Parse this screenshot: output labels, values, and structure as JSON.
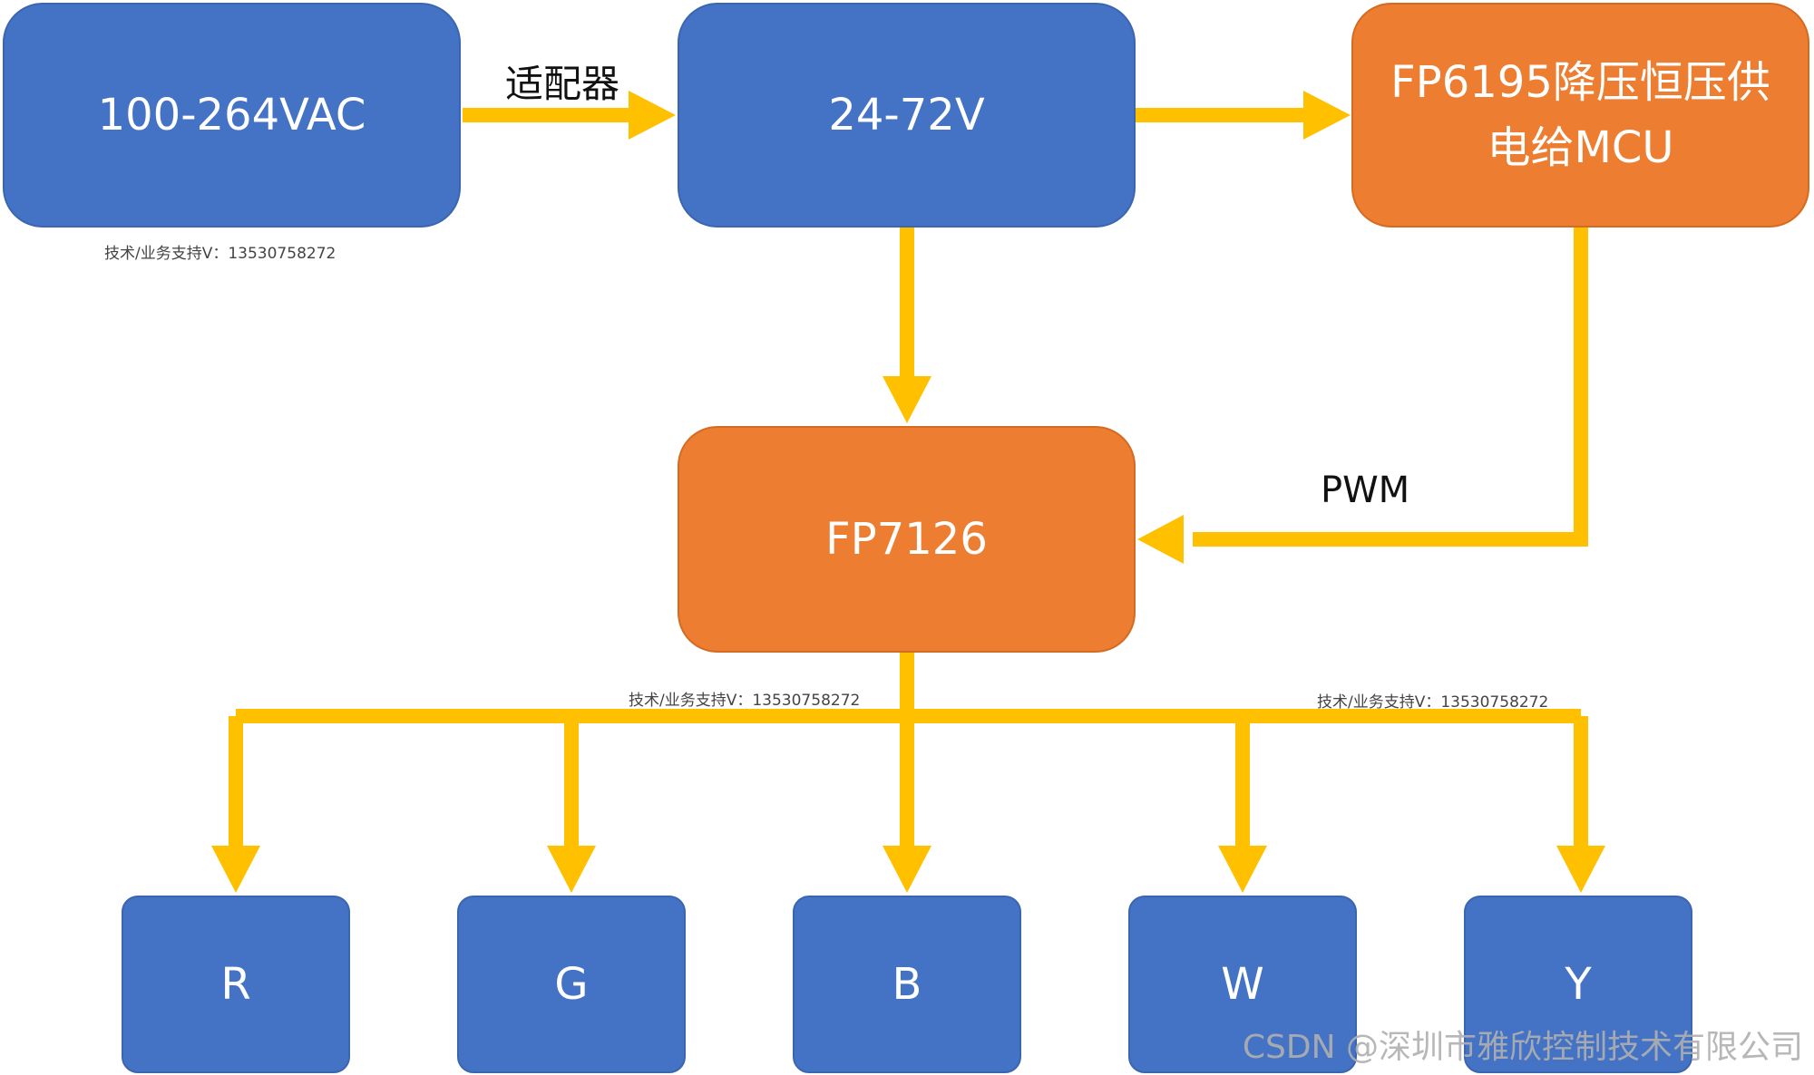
{
  "colors": {
    "blue_box": "#4472c4",
    "orange_box": "#ed7d31",
    "arrow": "#ffc000"
  },
  "boxes": {
    "ac_input": "100-264VAC",
    "dc_bus": "24-72V",
    "mcu_supply": "FP6195降压恒压供\n电给MCU",
    "driver": "FP7126",
    "channel_r": "R",
    "channel_g": "G",
    "channel_b": "B",
    "channel_w": "W",
    "channel_y": "Y"
  },
  "labels": {
    "adapter": "适配器",
    "pwm": "PWM",
    "contact_1": "技术/业务支持V：13530758272",
    "contact_2": "技术/业务支持V：13530758272",
    "contact_3": "技术/业务支持V：13530758272"
  },
  "watermark": "CSDN @深圳市雅欣控制技术有限公司"
}
